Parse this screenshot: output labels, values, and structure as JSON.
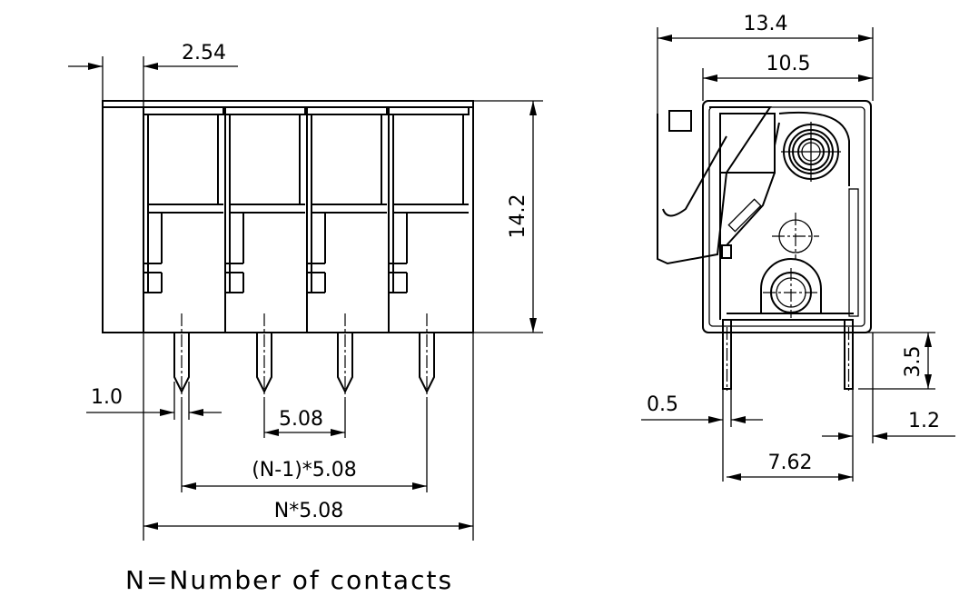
{
  "dimensions": {
    "pitch_top": "2.54",
    "height": "14.2",
    "pin_width": "1.0",
    "pitch": "5.08",
    "span_n_minus_1": "(N-1)*5.08",
    "span_n": "N*5.08",
    "side_total_width": "13.4",
    "side_body_width": "10.5",
    "pin_length": "3.5",
    "pin_thickness": "0.5",
    "pin_offset": "1.2",
    "row_spacing": "7.62"
  },
  "caption": "N=Number of contacts"
}
